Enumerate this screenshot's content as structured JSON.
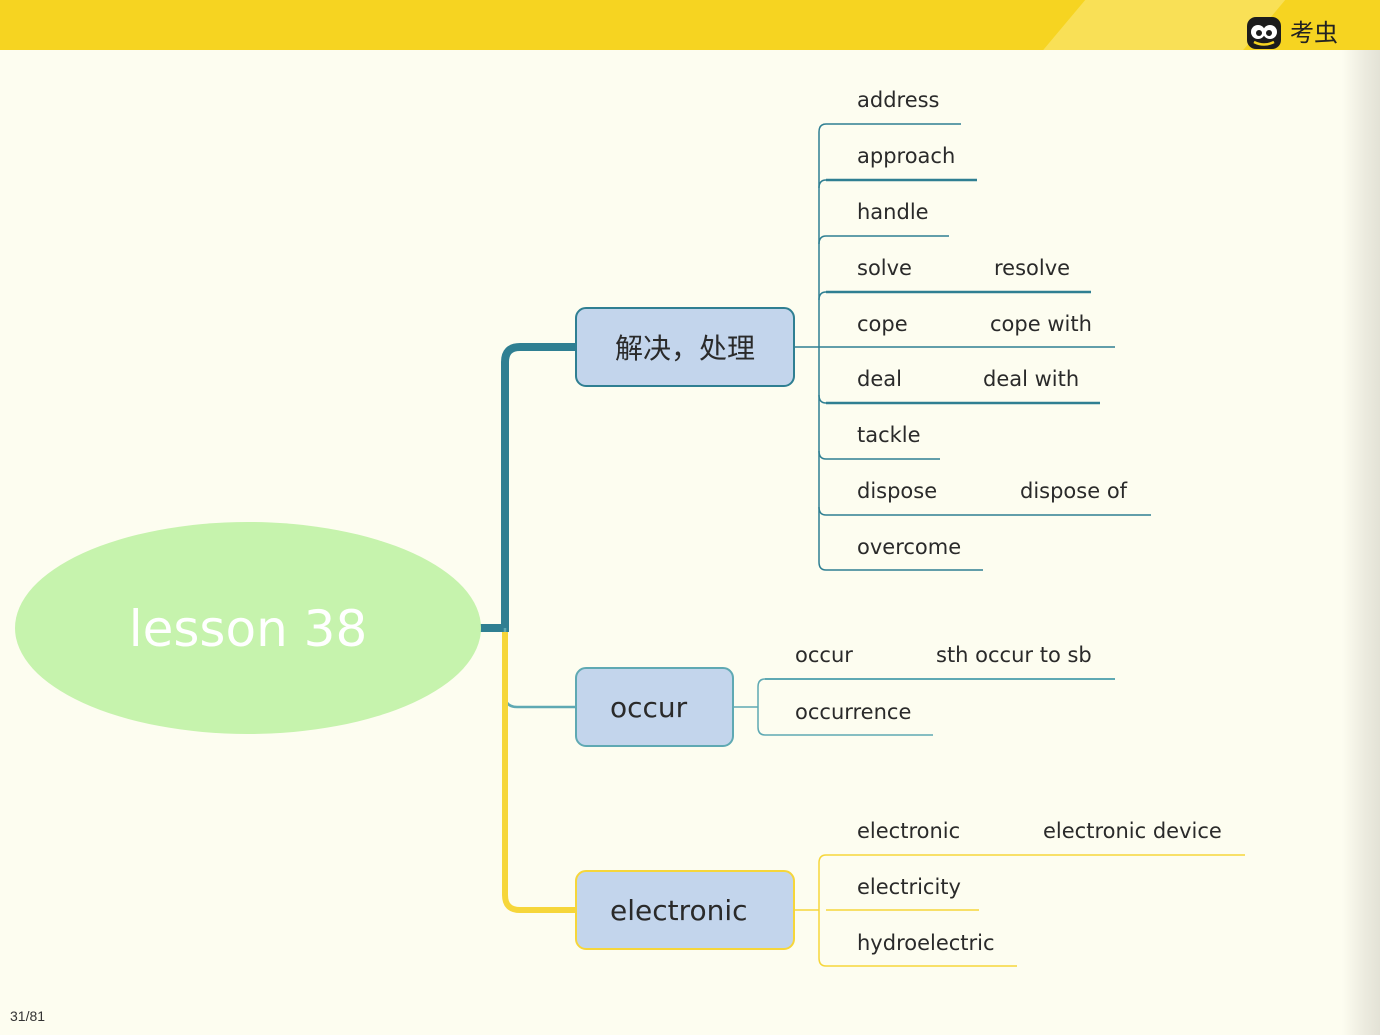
{
  "brand": {
    "name": "考虫",
    "icon": "bug-face-logo-icon"
  },
  "page_indicator": "31/81",
  "mindmap": {
    "root": "lesson 38",
    "branches": [
      {
        "label": "解决，处理",
        "leaves": [
          {
            "word": "address",
            "phrase": ""
          },
          {
            "word": "approach",
            "phrase": ""
          },
          {
            "word": "handle",
            "phrase": ""
          },
          {
            "word": "solve",
            "phrase": "resolve"
          },
          {
            "word": "cope",
            "phrase": "cope with"
          },
          {
            "word": "deal",
            "phrase": "deal with"
          },
          {
            "word": "tackle",
            "phrase": ""
          },
          {
            "word": "dispose",
            "phrase": "dispose of"
          },
          {
            "word": "overcome",
            "phrase": ""
          }
        ]
      },
      {
        "label": "occur",
        "leaves": [
          {
            "word": "occur",
            "phrase": "sth occur to sb"
          },
          {
            "word": "occurrence",
            "phrase": ""
          }
        ]
      },
      {
        "label": "electronic",
        "leaves": [
          {
            "word": "electronic",
            "phrase": "electronic device"
          },
          {
            "word": "electricity",
            "phrase": ""
          },
          {
            "word": "hydroelectric",
            "phrase": ""
          }
        ]
      }
    ]
  },
  "colors": {
    "topbar": "#f6d421",
    "root_fill": "#c6f3ad",
    "branch_fill": "#c3d5ec",
    "teal_line": "#2f7f92",
    "light_teal_line": "#5fa9b3",
    "yellow_line": "#f6d63a"
  }
}
